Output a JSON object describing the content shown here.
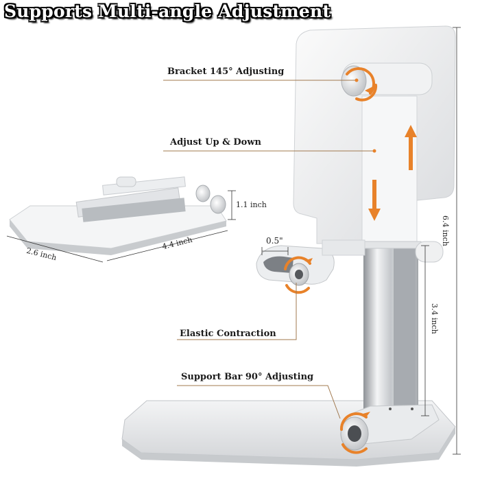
{
  "heading": "Supports Multi-angle Adjustment",
  "labels": {
    "bracket": "Bracket 145° Adjusting",
    "updown": "Adjust Up & Down",
    "elastic": "Elastic Contraction",
    "support_bar": "Support Bar 90° Adjusting"
  },
  "dimensions": {
    "folded_height": "1.1 inch",
    "folded_width": "2.6 inch",
    "folded_length": "4.4 inch",
    "holder_lip": "0.5\"",
    "total_height": "6.4 inch",
    "pole_height": "3.4 inch"
  },
  "colors": {
    "accent": "#e8822a",
    "leader": "#a0784e",
    "stand": "#eef0f2",
    "pole": "#c9ccd0"
  }
}
